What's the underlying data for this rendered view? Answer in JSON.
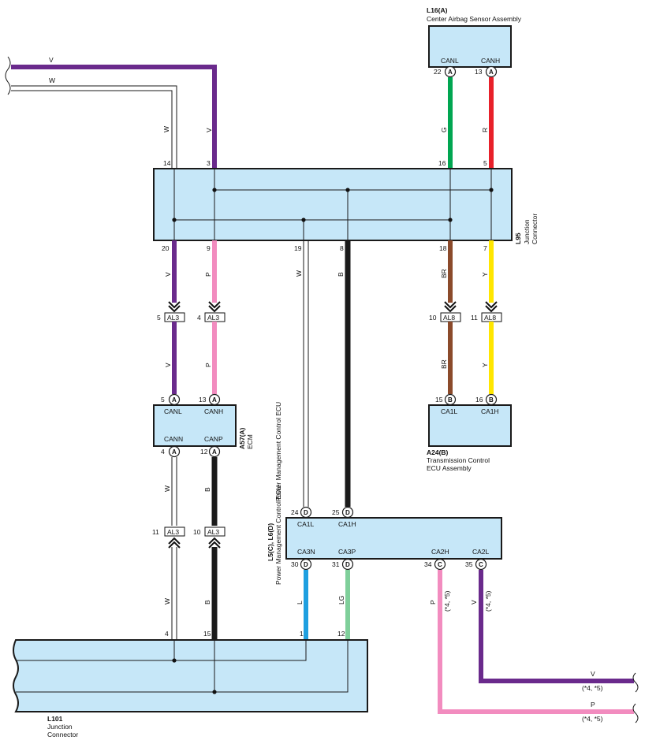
{
  "components": {
    "l16": {
      "code": "L16(A)",
      "name": "Center Airbag Sensor Assembly",
      "pin_canl": "CANL",
      "pin_canh": "CANH"
    },
    "l95": {
      "code": "L95",
      "name_line1": "Junction",
      "name_line2": "Connector"
    },
    "a57": {
      "code": "A57(A)",
      "name": "ECM",
      "pin_canl": "CANL",
      "pin_canh": "CANH",
      "pin_cann": "CANN",
      "pin_canp": "CANP"
    },
    "a24": {
      "code": "A24(B)",
      "name_line1": "Transmission Control",
      "name_line2": "ECU Assembly",
      "pin_ca1l": "CA1L",
      "pin_ca1h": "CA1H"
    },
    "l5l6": {
      "code": "L5(C), L6(D)",
      "name": "Power Management Control ECU",
      "pin_ca1l": "CA1L",
      "pin_ca1h": "CA1H",
      "pin_ca3n": "CA3N",
      "pin_ca3p": "CA3P",
      "pin_ca2h": "CA2H",
      "pin_ca2l": "CA2L"
    },
    "l101": {
      "code": "L101",
      "name_line1": "Junction",
      "name_line2": "Connector"
    }
  },
  "wires": {
    "top_v": "V",
    "top_w": "W",
    "l95_w": "W",
    "l95_v": "V",
    "l16_g": "G",
    "l16_r": "R",
    "ecm_v1": "V",
    "ecm_p1": "P",
    "ecm_v2": "V",
    "ecm_p2": "P",
    "pm_w": "W",
    "pm_b": "B",
    "tc_br1": "BR",
    "tc_y1": "Y",
    "tc_br2": "BR",
    "tc_y2": "Y",
    "ecm_w1": "W",
    "ecm_b1": "B",
    "ecm_w2": "W",
    "ecm_b2": "B",
    "pm_l": "L",
    "pm_lg": "LG",
    "pm_p": "P",
    "pm_v": "V",
    "note_p": "(*4, *5)",
    "note_v": "(*4, *5)",
    "out_v": "V",
    "out_v_note": "(*4, *5)",
    "out_p": "P",
    "out_p_note": "(*4, *5)"
  },
  "pins": {
    "l95_14": "14",
    "l95_3": "3",
    "l95_16": "16",
    "l95_5": "5",
    "l95_20": "20",
    "l95_9": "9",
    "l95_19": "19",
    "l95_8": "8",
    "l95_18": "18",
    "l95_7": "7",
    "l16_22": "22",
    "l16_13": "13",
    "al3_5": "5",
    "al3_4": "4",
    "al8_10": "10",
    "al8_11": "11",
    "ecm_5": "5",
    "ecm_13": "13",
    "ecm_4": "4",
    "ecm_12": "12",
    "tc_15": "15",
    "tc_16": "16",
    "al3_11": "11",
    "al3_10": "10",
    "pm_24": "24",
    "pm_25": "25",
    "pm_30": "30",
    "pm_31": "31",
    "pm_34": "34",
    "pm_35": "35",
    "l101_4": "4",
    "l101_15": "15",
    "l101_1": "1",
    "l101_12": "12"
  },
  "connectors": {
    "al3_a": "AL3",
    "al3_b": "AL3",
    "al8_a": "AL8",
    "al8_b": "AL8",
    "al3_c": "AL3",
    "al3_d": "AL3"
  },
  "terminal_letters": {
    "a": "A",
    "b": "B",
    "c": "C",
    "d": "D"
  },
  "colors": {
    "V": "#6a2a8c",
    "W": "#ffffff",
    "G": "#00a651",
    "R": "#e8202a",
    "P": "#f28cbf",
    "B": "#1a1a1a",
    "BR": "#8b4a2b",
    "Y": "#ffe600",
    "L": "#1e9fe0",
    "LG": "#7fcf9a",
    "box": "#c6e7f8"
  }
}
